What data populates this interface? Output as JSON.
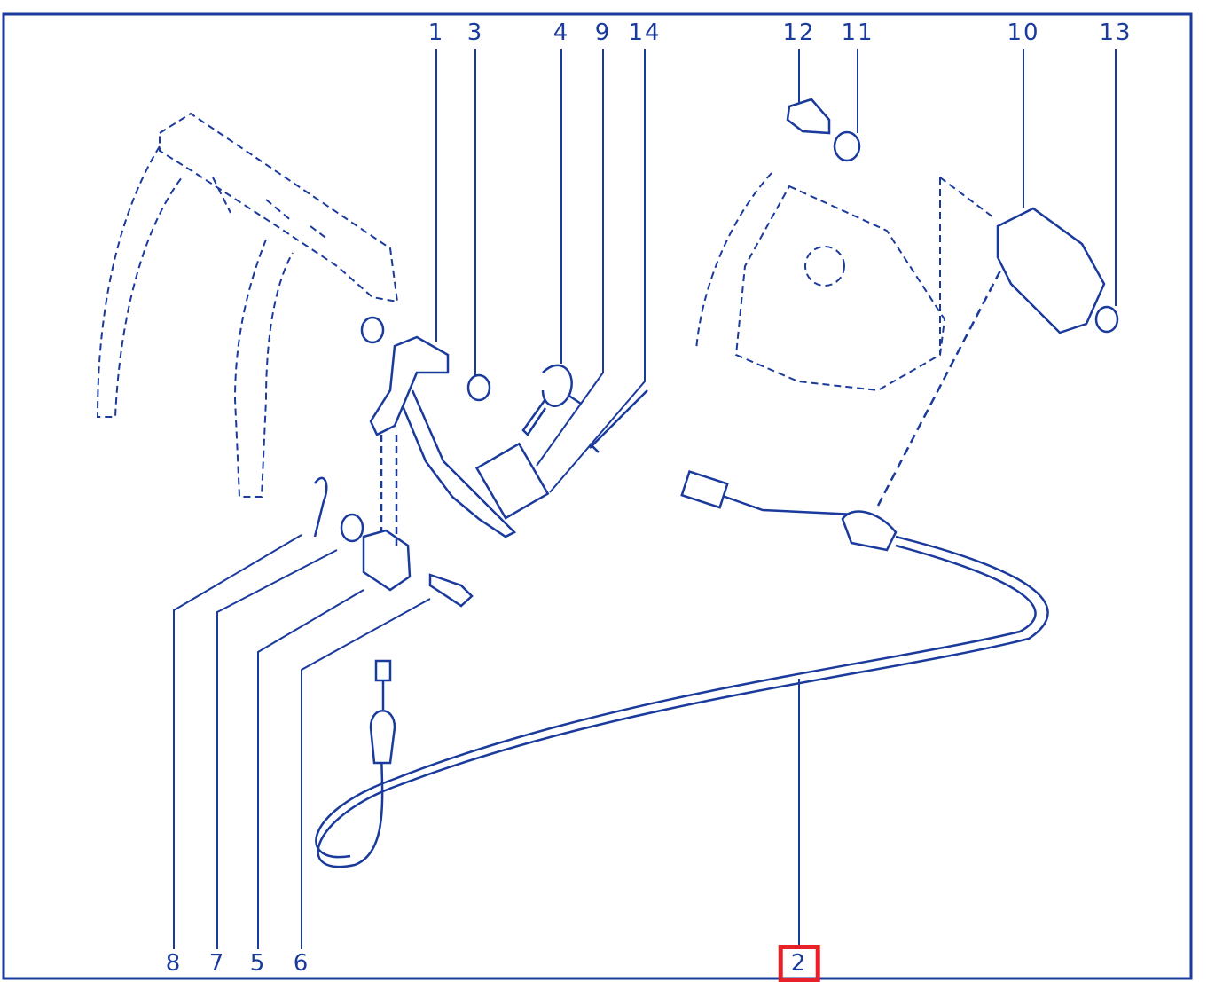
{
  "diagram": {
    "line_color": "#1a3a9c",
    "highlight_color": "#e8202a",
    "top_labels": [
      "1",
      "3",
      "4",
      "9",
      "14",
      "12",
      "11",
      "10",
      "13"
    ],
    "bottom_labels": [
      "8",
      "7",
      "5",
      "6"
    ],
    "highlighted_label": "2"
  }
}
